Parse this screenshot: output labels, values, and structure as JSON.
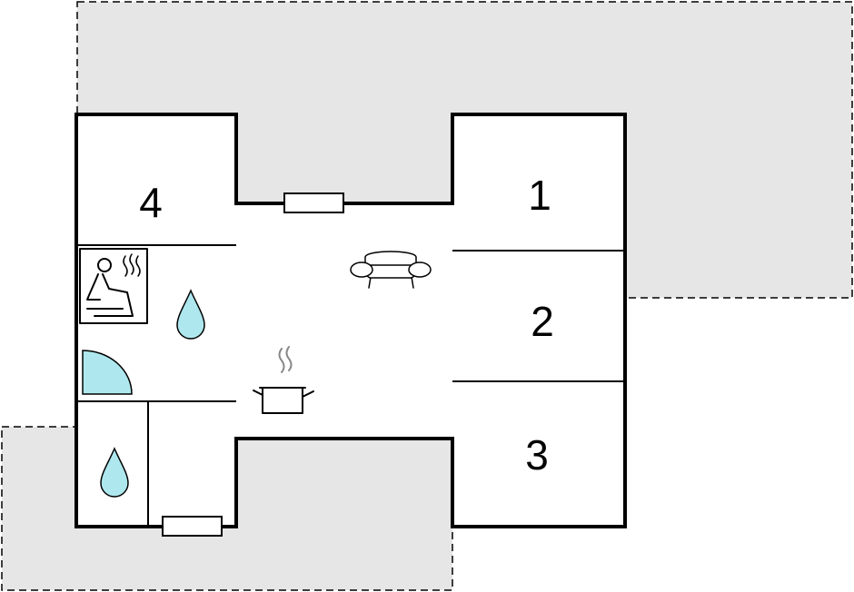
{
  "rooms": {
    "bedroom_1": "1",
    "bedroom_2": "2",
    "bedroom_3": "3",
    "bedroom_4": "4"
  },
  "icons": {
    "sauna": "sauna-icon",
    "bathroom_upper": "water-drop-icon",
    "bathroom_lower": "water-drop-icon",
    "shower": "shower-quarter-circle-icon",
    "living_room": "sofa-icon",
    "kitchen": "cooking-pot-icon",
    "window": "window-icon"
  },
  "colors": {
    "terrace": "#e6e6e6",
    "wall": "#000000",
    "water": "#aee8ee",
    "steam": "#888888"
  }
}
